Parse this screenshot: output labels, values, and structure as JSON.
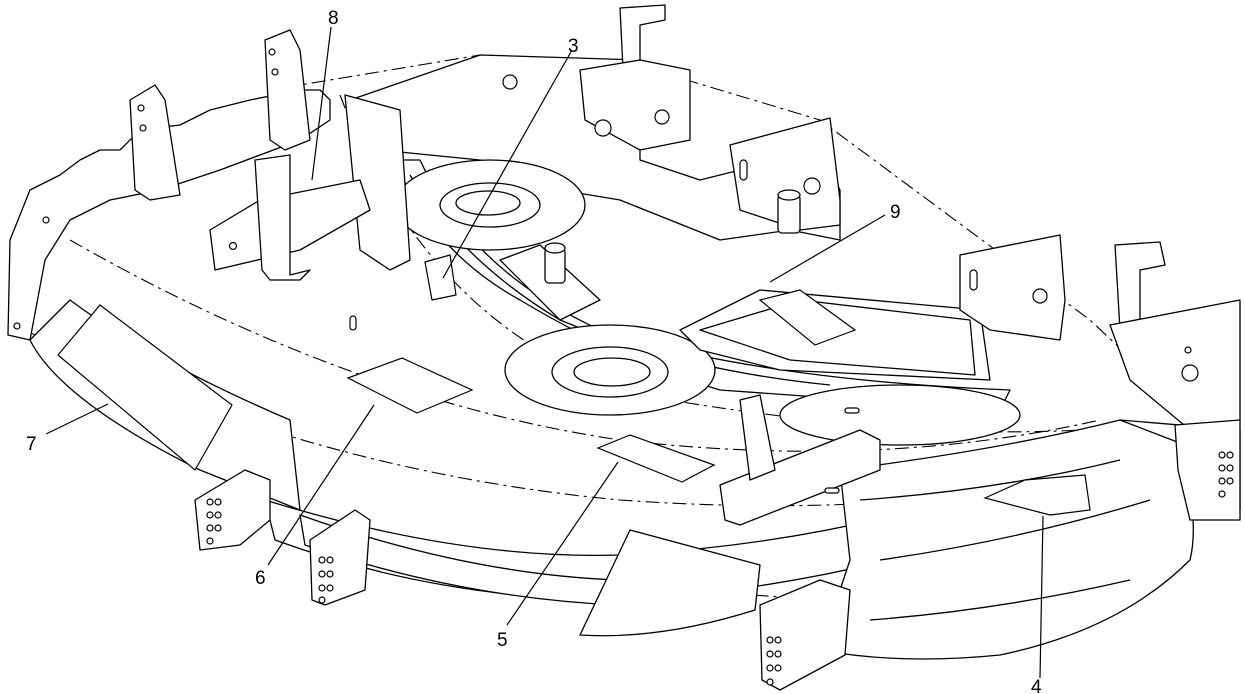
{
  "figure": {
    "callouts": [
      {
        "id": "callout-3",
        "label": "3"
      },
      {
        "id": "callout-4",
        "label": "4"
      },
      {
        "id": "callout-5",
        "label": "5"
      },
      {
        "id": "callout-6",
        "label": "6"
      },
      {
        "id": "callout-7",
        "label": "7"
      },
      {
        "id": "callout-8",
        "label": "8"
      },
      {
        "id": "callout-9",
        "label": "9"
      }
    ]
  }
}
